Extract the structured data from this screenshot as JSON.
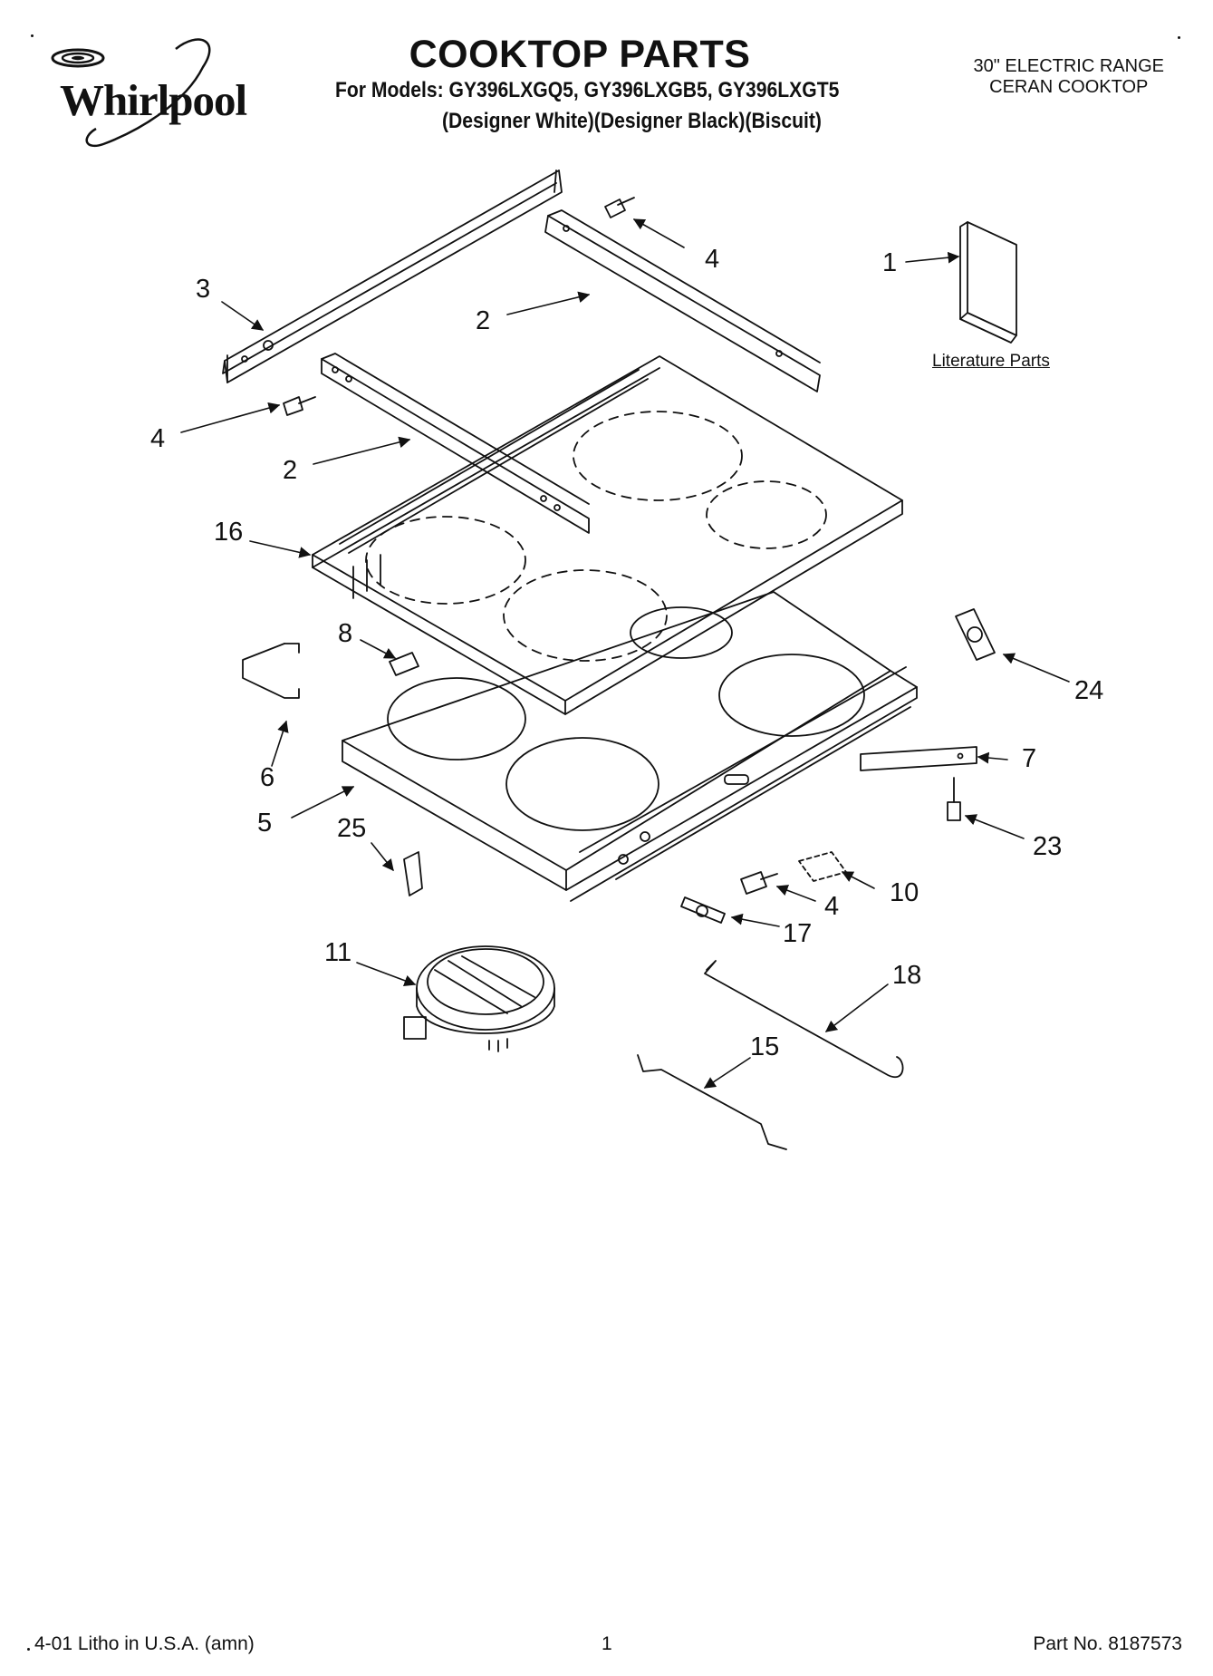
{
  "header": {
    "brand": "Whirlpool",
    "title": "COOKTOP PARTS",
    "models": "For Models: GY396LXGQ5, GY396LXGB5, GY396LXGT5",
    "variants": "(Designer White)(Designer Black)(Biscuit)",
    "range_line1": "30\" ELECTRIC RANGE",
    "range_line2": "CERAN COOKTOP"
  },
  "literature_label": "Literature Parts",
  "callouts": {
    "c1": "1",
    "c2a": "2",
    "c2b": "2",
    "c3": "3",
    "c4a": "4",
    "c4b": "4",
    "c4c": "4",
    "c5": "5",
    "c6": "6",
    "c7": "7",
    "c8": "8",
    "c10": "10",
    "c11": "11",
    "c15": "15",
    "c16": "16",
    "c17": "17",
    "c18": "18",
    "c23": "23",
    "c24": "24",
    "c25": "25"
  },
  "footer": {
    "litho": "4-01 Litho in U.S.A. (amn)",
    "page": "1",
    "part_no": "Part No. 8187573"
  }
}
